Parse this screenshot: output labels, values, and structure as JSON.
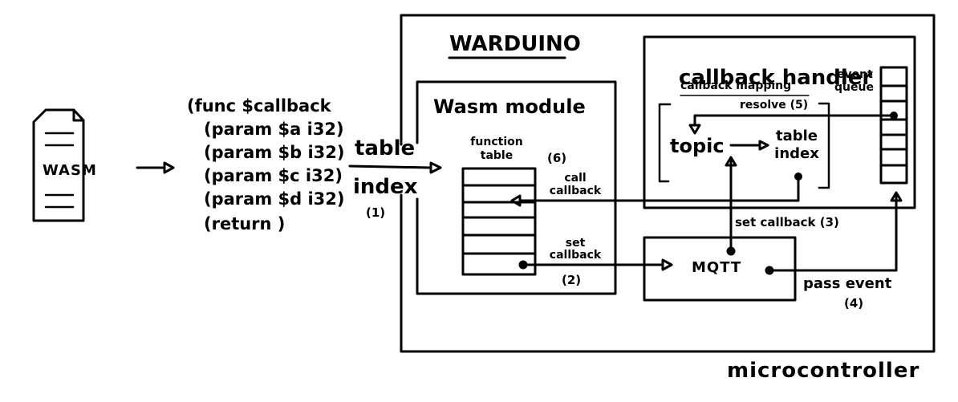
{
  "wasm_file": {
    "label": "WASM"
  },
  "code": {
    "lines": [
      "(func $callback",
      "(param $a i32)",
      "(param $b i32)",
      "(param $c i32)",
      "(param $d i32)",
      "(return )"
    ]
  },
  "arrows": {
    "table_index": {
      "line1": "table",
      "line2": "index",
      "step": "(1)"
    },
    "set_callback_module": {
      "line1": "set",
      "line2": "callback",
      "step": "(2)"
    },
    "set_callback_mqtt": {
      "label": "set callback (3)"
    },
    "pass_event": {
      "label": "pass event",
      "step": "(4)"
    },
    "resolve": {
      "label": "resolve (5)"
    },
    "call_callback": {
      "step": "(6)",
      "line1": "call",
      "line2": "callback"
    }
  },
  "warduino": {
    "title": "WARDUINO"
  },
  "microcontroller": {
    "label": "microcontroller"
  },
  "wasm_module": {
    "title": "Wasm module"
  },
  "function_table": {
    "line1": "function",
    "line2": "table"
  },
  "callback_handler": {
    "title": "callback handler"
  },
  "callback_mapping": {
    "label": "callback mapping",
    "key": "topic",
    "value_line1": "table",
    "value_line2": "index"
  },
  "event_queue": {
    "line1": "event",
    "line2": "queue"
  },
  "mqtt": {
    "label": "MQTT"
  }
}
